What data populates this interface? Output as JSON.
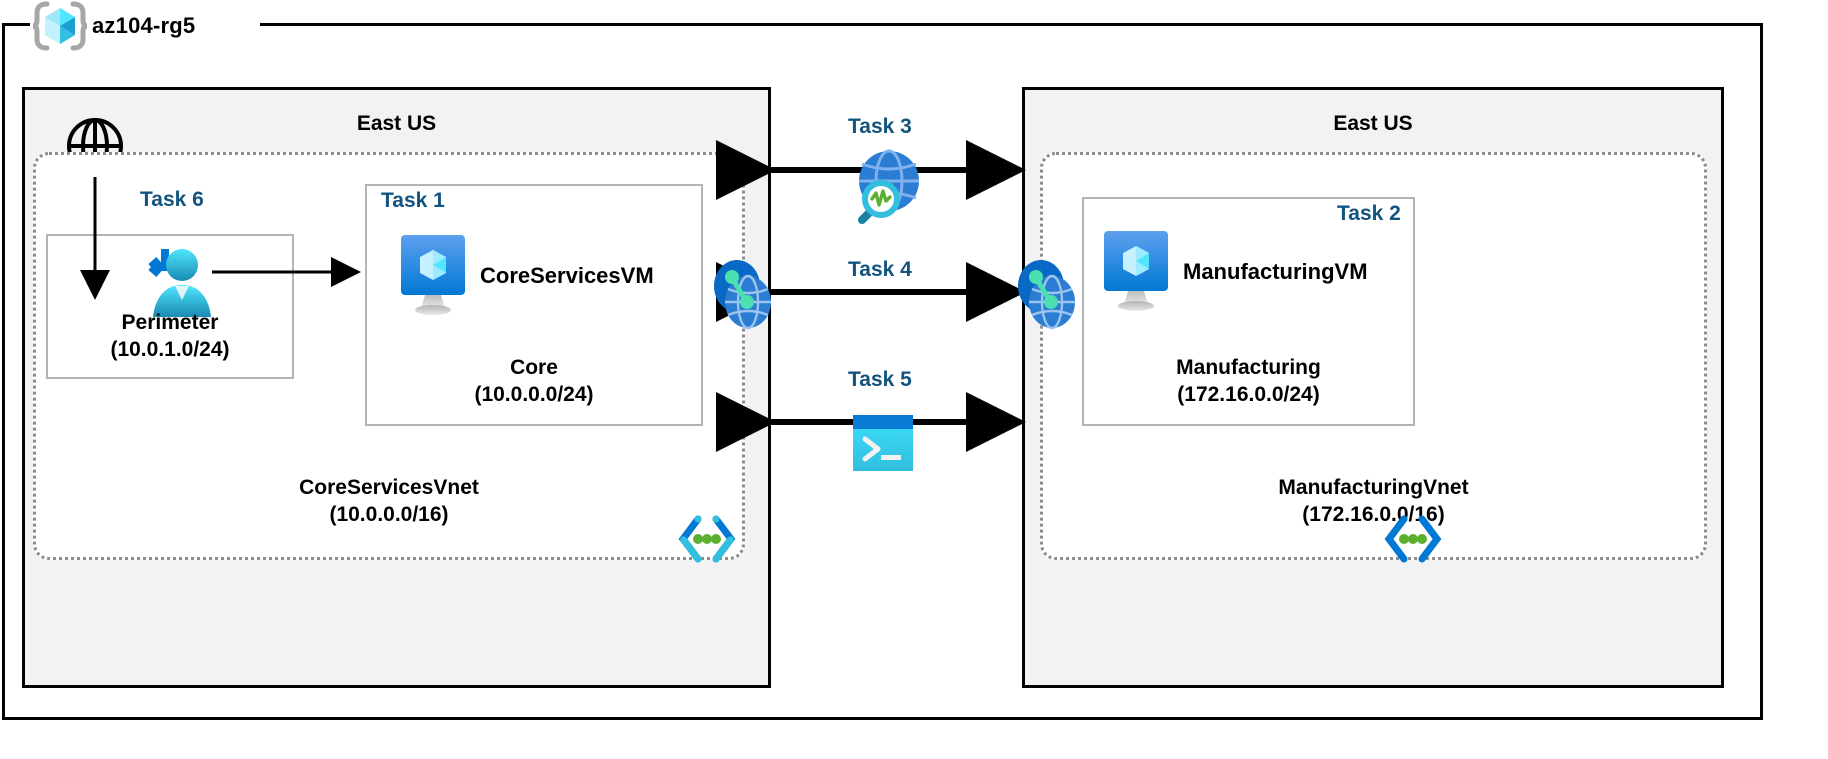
{
  "diagram": {
    "resource_group": {
      "name": "az104-rg5",
      "icon": "resource-group-cube-icon"
    },
    "regions": [
      {
        "id": "left",
        "title": "East US"
      },
      {
        "id": "right",
        "title": "East US"
      }
    ],
    "internet": {
      "icon": "globe-internet-icon"
    },
    "vnets": [
      {
        "id": "core",
        "name": "CoreServicesVnet",
        "address_space": "(10.0.0.0/16)",
        "corner_icon": "subnet-brackets-icon"
      },
      {
        "id": "manufacturing",
        "name": "ManufacturingVnet",
        "address_space": "(172.16.0.0/16)",
        "corner_icon": "subnet-brackets-icon"
      }
    ],
    "subnets": [
      {
        "id": "perimeter",
        "task": "Task 6",
        "name": "Perimeter",
        "address_space": "(10.0.1.0/24)",
        "icon": "user-signin-icon"
      },
      {
        "id": "core",
        "task": "Task 1",
        "name": "Core",
        "address_space": "(10.0.0.0/24)",
        "vm_label": "CoreServicesVM",
        "icon": "virtual-machine-icon"
      },
      {
        "id": "manufacturing",
        "task": "Task 2",
        "name": "Manufacturing",
        "address_space": "(172.16.0.0/24)",
        "vm_label": "ManufacturingVM",
        "icon": "virtual-machine-icon"
      }
    ],
    "connectors": [
      {
        "id": "task3",
        "label": "Task 3",
        "icon": "network-watcher-icon",
        "direction": "bidirectional"
      },
      {
        "id": "task4",
        "label": "Task 4",
        "icon": "vnet-peering-icon",
        "direction": "bidirectional"
      },
      {
        "id": "task5",
        "label": "Task 5",
        "icon": "cloud-shell-icon",
        "direction": "bidirectional"
      }
    ],
    "peering_endpoints": [
      {
        "id": "peer-left",
        "icon": "vnet-peering-icon"
      },
      {
        "id": "peer-right",
        "icon": "vnet-peering-icon"
      }
    ],
    "colors": {
      "task_text": "#13547f",
      "region_fill": "#f2f2f2",
      "vnet_border": "#8c8c8c",
      "subnet_border": "#b4b4b4",
      "azure_blue": "#0078d4",
      "cyan": "#32bedd",
      "green": "#5bb12f",
      "frame": "#000000"
    }
  }
}
